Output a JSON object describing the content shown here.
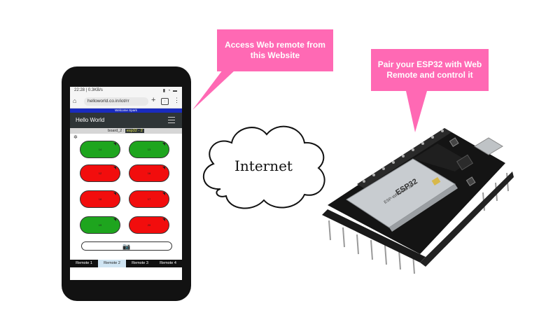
{
  "callouts": {
    "access": "Access Web remote from this Website",
    "pair": "Pair your ESP32 with Web Remote and control it"
  },
  "cloud_label": "Internet",
  "phone": {
    "status_time": "22:28 | 0.3KB/s",
    "url": "helloworld.co.in/iot/rr",
    "welcome": "Welcome Spark",
    "app_title": "Hello World",
    "board_prefix": "board_2 :",
    "board_name": "esp32 - 2",
    "buttons": [
      {
        "label": "14",
        "state": "on"
      },
      {
        "label": "13",
        "state": "on"
      },
      {
        "label": "12",
        "state": "off"
      },
      {
        "label": "16",
        "state": "off"
      },
      {
        "label": "18",
        "state": "off"
      },
      {
        "label": "17",
        "state": "off"
      },
      {
        "label": "19",
        "state": "on"
      },
      {
        "label": "20",
        "state": "off"
      }
    ],
    "remote_tabs": [
      "Remote 1",
      "Remote 2",
      "Remote 3",
      "Remote 4"
    ],
    "active_tab": "Remote 2"
  },
  "board": {
    "module_text": "ESP32",
    "module_subtext": "ESP-WROOM-32"
  },
  "colors": {
    "callout": "#ff69b4",
    "on": "#1ea51e",
    "off": "#f20d0d"
  }
}
